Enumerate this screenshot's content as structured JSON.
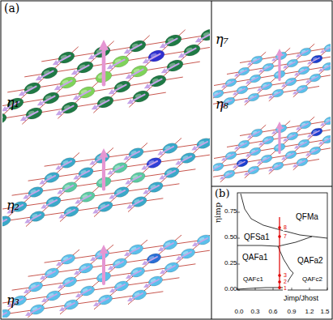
{
  "diagram": {
    "labels": [
      "(a)",
      "η₁",
      "η₂",
      "η₃",
      "η₇",
      "η₈",
      "(b)",
      "QFMa",
      "QFSa1",
      "QAFa1",
      "QAFa2",
      "QAFc1",
      "QAFc2",
      "0.75",
      "0.50",
      "0.25",
      "0.00",
      "0.0",
      "0.3",
      "0.6",
      "0.9",
      "1.2",
      "1.5",
      "ηimp",
      "Jimp/Jhost",
      "8",
      "7",
      "3",
      "2",
      "1"
    ]
  }
}
